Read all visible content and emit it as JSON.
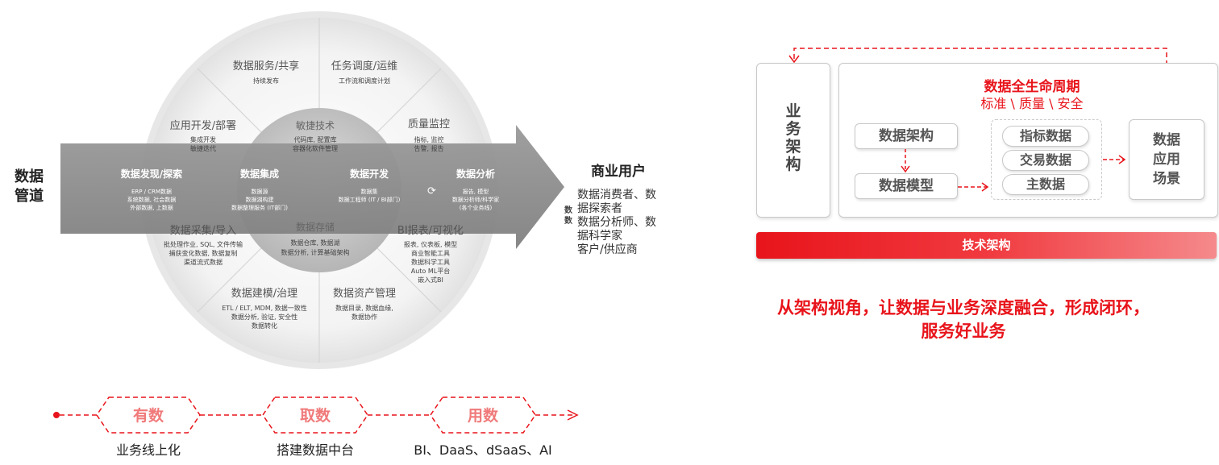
{
  "pipeline": {
    "left_label": "数据\n管道",
    "left_label_line1": "数据",
    "left_label_line2": "管道",
    "stages": [
      {
        "title": "数据发现/探索",
        "sub": [
          "ERP / CRM数据",
          "系统数据, 社会数据",
          "外部数据, 上数据"
        ]
      },
      {
        "title": "数据集成",
        "sub": [
          "数据源",
          "数据湖构建",
          "数据整理服务 (IT部门)"
        ]
      },
      {
        "title": "数据开发",
        "sub": [
          "数据集",
          "数据工程师 (IT / BI部门)"
        ]
      },
      {
        "title": "数据分析",
        "sub": [
          "报告, 模型",
          "数据分析师/科学家",
          "(各个业务线)"
        ]
      }
    ]
  },
  "wheel": {
    "outer_sectors": [
      {
        "title": "数据服务/共享",
        "lines": [
          "持续发布"
        ]
      },
      {
        "title": "任务调度/运维",
        "lines": [
          "工作流和调度计划"
        ]
      },
      {
        "title": "质量监控",
        "lines": [
          "指标, 监控",
          "告警, 报告"
        ]
      },
      {
        "title": "BI报表/可视化",
        "lines": [
          "报表, 仪表板, 模型",
          "商业智能工具",
          "数据科学工具",
          "Auto ML平台",
          "嵌入式BI"
        ]
      },
      {
        "title": "数据资产管理",
        "lines": [
          "数据目录, 数据血缘,",
          "数据协作"
        ]
      },
      {
        "title": "数据建模/治理",
        "lines": [
          "ETL / ELT, MDM, 数据一致性",
          "数据分析, 验证, 安全性",
          "数据转化"
        ]
      },
      {
        "title": "数据采集/导入",
        "lines": [
          "批处理作业, SQL, 文件传输",
          "捕获变化数据, 数据复制",
          "渠道流式数据"
        ]
      },
      {
        "title": "应用开发/部署",
        "lines": [
          "集成开发",
          "敏捷迭代"
        ]
      }
    ],
    "inner_top": {
      "title": "敏捷技术",
      "lines": [
        "代码库, 配置库",
        "容器化软件管理"
      ]
    },
    "inner_bottom": {
      "title": "数据存储",
      "lines": [
        "数据仓库, 数据湖",
        "数据分析, 计算基础架构"
      ]
    }
  },
  "business_users": {
    "title": "商业用户",
    "prefix_chars": [
      "数",
      "数"
    ],
    "lines": [
      "数据消费者、数",
      "据探索者",
      "数据分析师、数",
      "据科学家",
      "客户/供应商"
    ]
  },
  "bottom_flow": {
    "steps": [
      {
        "label": "有数",
        "caption": "业务线上化"
      },
      {
        "label": "取数",
        "caption": "搭建数据中台"
      },
      {
        "label": "用数",
        "caption": "BI、DaaS、dSaaS、AI"
      }
    ]
  },
  "architecture": {
    "business_arch_label": "业务架构",
    "business_arch_chars": [
      "业",
      "务",
      "架",
      "构"
    ],
    "lifecycle_title": "数据全生命周期",
    "lifecycle_subtitle": "标准 \\ 质量 \\ 安全",
    "data_arch": "数据架构",
    "data_model": "数据模型",
    "data_types": [
      "指标数据",
      "交易数据",
      "主数据"
    ],
    "app_scene_lines": [
      "数据",
      "应用",
      "场景"
    ],
    "tech_arch": "技术架构",
    "slogan_line1": "从架构视角，让数据与业务深度融合，形成闭环，",
    "slogan_line2": "服务好业务"
  },
  "colors": {
    "accent": "#e8141b",
    "grey_arrow": "#8f8f8f",
    "wheel_outer": "#f0f0f0",
    "wheel_inner": "#c9c9c9"
  }
}
